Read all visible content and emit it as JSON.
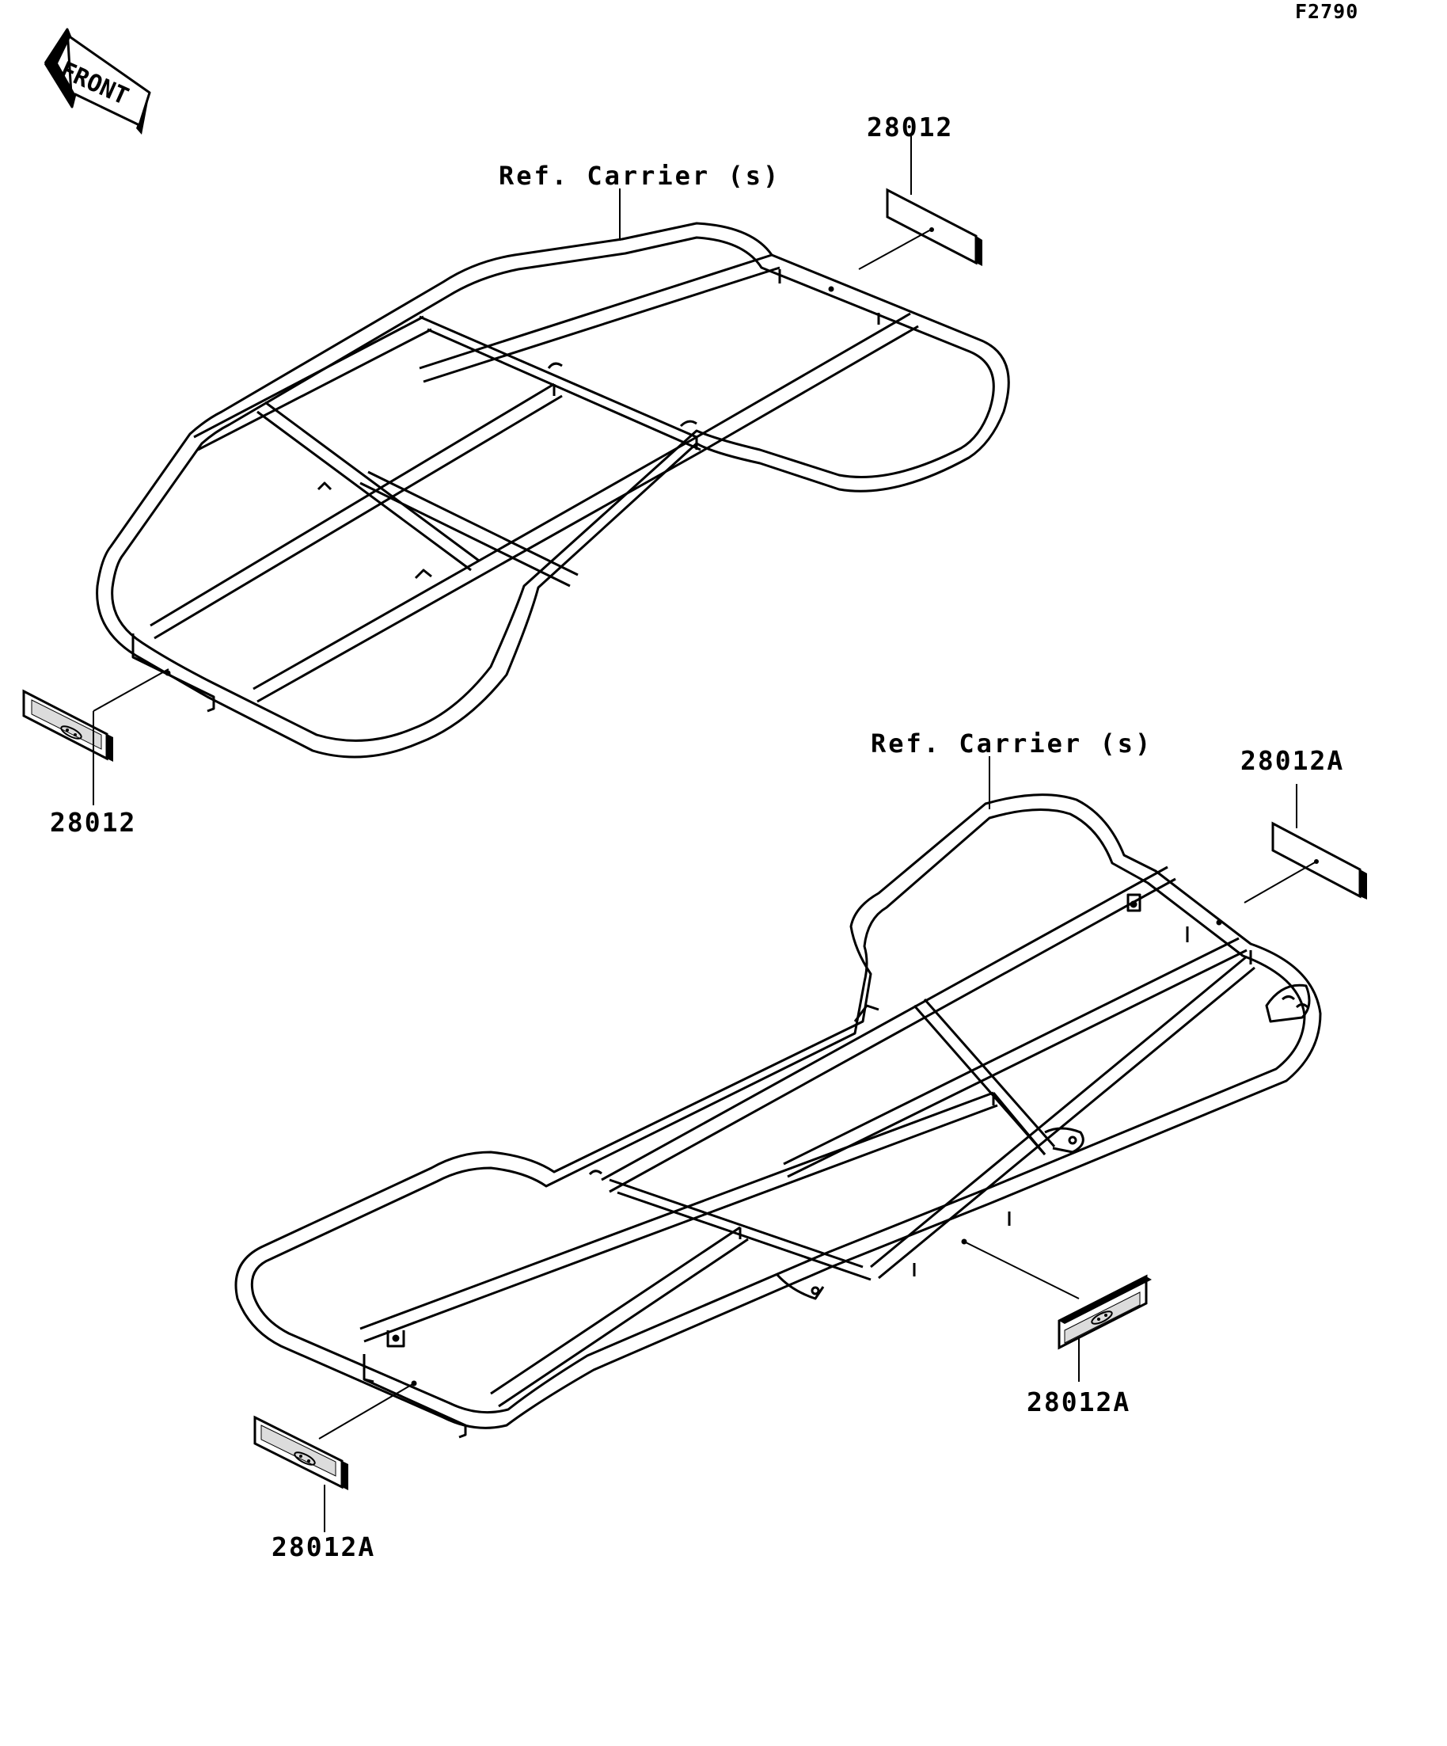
{
  "figure_id": "F2790",
  "front_arrow": {
    "label": "FRONT",
    "icon": "front-arrow-icon"
  },
  "carriers": {
    "front": {
      "ref_label": "Ref. Carrier (s)"
    },
    "rear": {
      "ref_label": "Ref. Carrier (s)"
    }
  },
  "parts": {
    "front_right_reflector": {
      "part_no": "28012"
    },
    "front_left_reflector": {
      "part_no": "28012"
    },
    "rear_right_reflector": {
      "part_no": "28012A"
    },
    "rear_mid_reflector": {
      "part_no": "28012A"
    },
    "rear_left_reflector": {
      "part_no": "28012A"
    }
  },
  "colors": {
    "line": "#000000",
    "background": "#ffffff",
    "reflector_fill": "#dcdcdc"
  }
}
